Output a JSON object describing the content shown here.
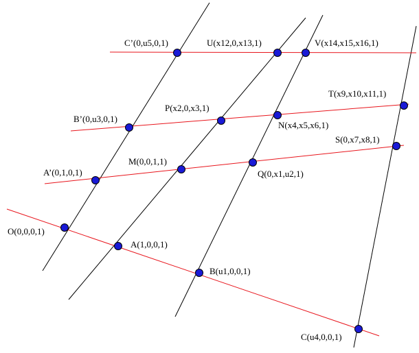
{
  "colors": {
    "black_line": "#000000",
    "red_line": "#e8141b",
    "point_fill": "#1a1ad6"
  },
  "points": {
    "O": {
      "label": "O(0,0,0,1)"
    },
    "A": {
      "label": "A(1,0,0,1)"
    },
    "B": {
      "label": "B(u1,0,0,1)"
    },
    "C": {
      "label": "C(u4,0,0,1)"
    },
    "A1": {
      "label": "A’(0,1,0,1)"
    },
    "M": {
      "label": "M(0,0,1,1)"
    },
    "Q": {
      "label": "Q(0,x1,u2,1)"
    },
    "S": {
      "label": "S(0,x7,x8,1)"
    },
    "B1": {
      "label": "B’(0,u3,0,1)"
    },
    "P": {
      "label": "P(x2,0,x3,1)"
    },
    "N": {
      "label": "N(x4,x5,x6,1)"
    },
    "T": {
      "label": "T(x9,x10,x11,1)"
    },
    "C1": {
      "label": "C’(0,u5,0,1)"
    },
    "U": {
      "label": "U(x12,0,x13,1)"
    },
    "V": {
      "label": "V(x14,x15,x16,1)"
    }
  }
}
